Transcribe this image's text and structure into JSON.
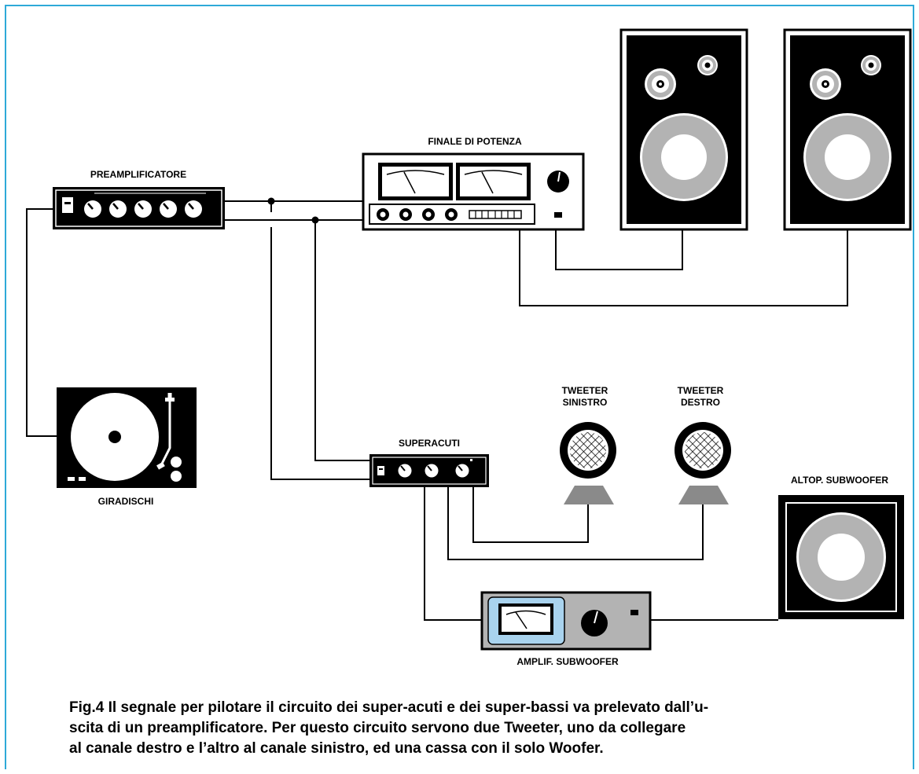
{
  "labels": {
    "preamp": "PREAMPLIFICATORE",
    "final": "FINALE DI POTENZA",
    "turntable": "GIRADISCHI",
    "superacuti": "SUPERACUTI",
    "tweeter_left_1": "TWEETER",
    "tweeter_left_2": "SINISTRO",
    "tweeter_right_1": "TWEETER",
    "tweeter_right_2": "DESTRO",
    "sub_speaker": "ALTOP. SUBWOOFER",
    "sub_amp": "AMPLIF. SUBWOOFER"
  },
  "caption": {
    "line1": "Fig.4 Il segnale per pilotare il circuito dei super-acuti e dei super-bassi va prelevato dall’u-",
    "line2": "scita di un preamplificatore. Per questo circuito servono due Tweeter, uno da collegare",
    "line3": "al canale destro e l’altro al canale sinistro, ed una cassa con il solo Woofer."
  },
  "colors": {
    "frame": "#2ea9d8",
    "panel": "#b3b3b3",
    "meter_highlight": "#a9d3ee"
  }
}
